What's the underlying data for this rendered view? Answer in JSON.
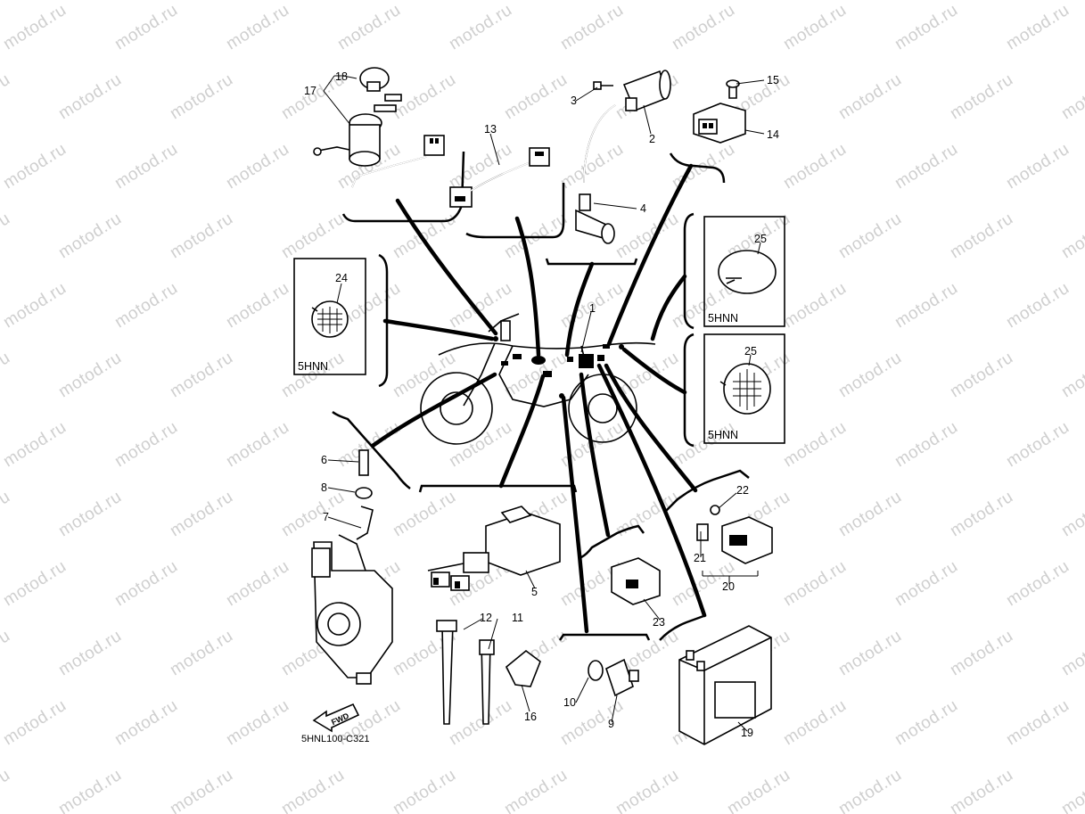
{
  "diagram": {
    "code": "5HNL100-C321",
    "fwd_label": "FWD",
    "watermark": "motod.ru",
    "parts": [
      {
        "id": "p1",
        "label": "1"
      },
      {
        "id": "p2",
        "label": "2"
      },
      {
        "id": "p3",
        "label": "3"
      },
      {
        "id": "p4",
        "label": "4"
      },
      {
        "id": "p5",
        "label": "5"
      },
      {
        "id": "p6",
        "label": "6"
      },
      {
        "id": "p7",
        "label": "7"
      },
      {
        "id": "p8",
        "label": "8"
      },
      {
        "id": "p9",
        "label": "9"
      },
      {
        "id": "p10",
        "label": "10"
      },
      {
        "id": "p11",
        "label": "11"
      },
      {
        "id": "p12",
        "label": "12"
      },
      {
        "id": "p13",
        "label": "13"
      },
      {
        "id": "p14",
        "label": "14"
      },
      {
        "id": "p15",
        "label": "15"
      },
      {
        "id": "p16",
        "label": "16"
      },
      {
        "id": "p17",
        "label": "17"
      },
      {
        "id": "p18",
        "label": "18"
      },
      {
        "id": "p19",
        "label": "19"
      },
      {
        "id": "p20",
        "label": "20"
      },
      {
        "id": "p21",
        "label": "21"
      },
      {
        "id": "p22",
        "label": "22"
      },
      {
        "id": "p23",
        "label": "23"
      },
      {
        "id": "p24",
        "label": "24"
      },
      {
        "id": "p25a",
        "label": "25"
      },
      {
        "id": "p25b",
        "label": "25"
      }
    ],
    "model_boxes": [
      {
        "id": "box24",
        "label": "5HNN"
      },
      {
        "id": "box25a",
        "label": "5HNN"
      },
      {
        "id": "box25b",
        "label": "5HNN"
      }
    ]
  }
}
